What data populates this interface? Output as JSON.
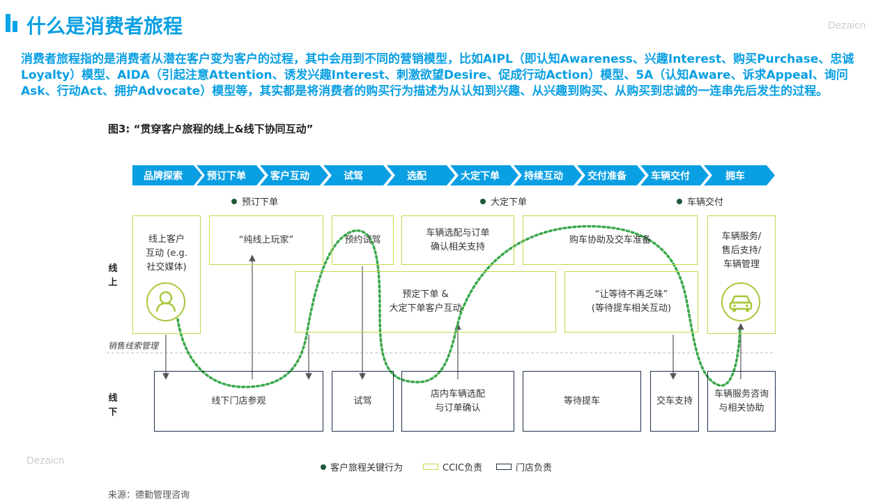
{
  "page": {
    "title": "什么是消费者旅程",
    "watermark_top": "Dezaicn",
    "watermark_bottom": "Dezaicn",
    "intro": "消费者旅程指的是消费者从潜在客户变为客户的过程，其中会用到不同的营销模型，比如AIPL（即认知Awareness、兴趣Interest、购买Purchase、忠诚Loyalty）模型、AIDA（引起注意Attention、诱发兴趣Interest、刺激欲望Desire、促成行动Action）模型、5A（认知Aware、诉求Appeal、询问Ask、行动Act、拥护Advocate）模型等，其实都是将消费者的购买行为描述为从认知到兴趣、从兴趣到购买、从购买到忠诚的一连串先后发生的过程。",
    "figure_title": "图3: “贯穿客户旅程的线上&线下协同互动”",
    "source": "来源：德勤管理咨询"
  },
  "stages": [
    "品牌探索",
    "预订下单",
    "客户互动",
    "试驾",
    "选配",
    "大定下单",
    "持续互动",
    "交付准备",
    "车辆交付",
    "拥车"
  ],
  "key_behaviors": [
    "预订下单",
    "大定下单",
    "车辆交付"
  ],
  "side_labels": {
    "online": "线\n上",
    "offline": "线\n下",
    "sales_leads": "销售线索管理"
  },
  "online_boxes": {
    "customer_interaction": "线上客户\n互动 (e.g.\n社交媒体)",
    "pure_online": "“纯线上玩家”",
    "book_test_drive": "预约试驾",
    "config_confirm": "车辆选配与订单\n确认相关支持",
    "purchase_prep": "购车协助及交车准备",
    "after_sales": "车辆服务/\n售后支持/\n车辆管理",
    "order_interaction": "预定下单 &\n大定下单客户互动",
    "no_wait": "“让等待不再乏味”\n(等待提车相关互动)"
  },
  "offline_boxes": {
    "store_visit": "线下门店参观",
    "test_drive": "试驾",
    "store_config": "店内车辆选配\n与订单确认",
    "wait_pickup": "等待提车",
    "delivery_support": "交车支持",
    "service_consult": "车辆服务咨询\n与相关协助"
  },
  "legend": {
    "key_behavior": "客户旅程关键行为",
    "ccic": "CCIC负责",
    "store": "门店负责"
  },
  "icons": {
    "person": "person-icon",
    "car": "car-icon"
  },
  "colors": {
    "title": "#0a9fe3",
    "chevron": "#0a9fe3",
    "online_border": "#c5d74a",
    "offline_border": "#1c2e4a",
    "journey_line": "#3aa84a",
    "key_dot": "#1e5a3a"
  }
}
